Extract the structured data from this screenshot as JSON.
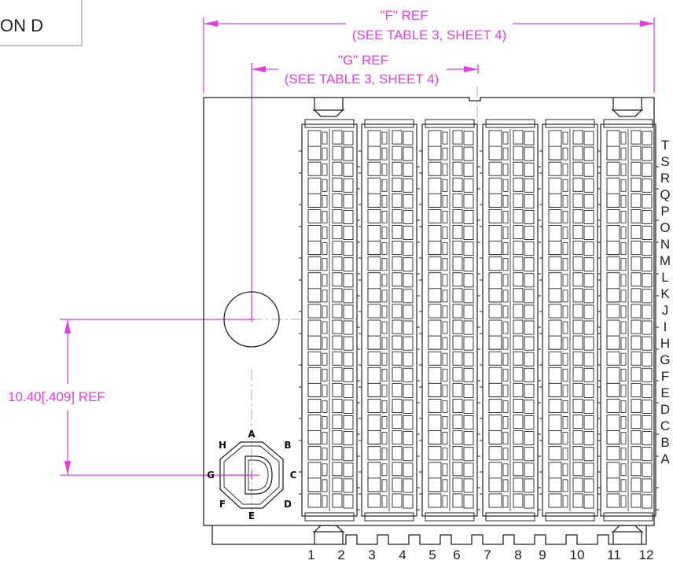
{
  "view_title": "ON  D",
  "dimensions": {
    "f_ref_line1": "\"F\" REF",
    "f_ref_line2": "(SEE TABLE 3, SHEET 4)",
    "g_ref_line1": "\"G\" REF",
    "g_ref_line2": "(SEE TABLE 3, SHEET 4)",
    "vertical_ref": "10.40[.409] REF"
  },
  "column_labels": [
    "1",
    "2",
    "3",
    "4",
    "5",
    "6",
    "7",
    "8",
    "9",
    "10",
    "11",
    "12"
  ],
  "row_labels": [
    "T",
    "S",
    "R",
    "Q",
    "P",
    "O",
    "N",
    "M",
    "L",
    "K",
    "J",
    "I",
    "H",
    "G",
    "F",
    "E",
    "D",
    "C",
    "B",
    "A"
  ],
  "keying_labels": {
    "A": "A",
    "B": "B",
    "C": "C",
    "D": "D",
    "E": "E",
    "F": "F",
    "G": "G",
    "H": "H"
  },
  "colors": {
    "dimension": "#e63ce6",
    "outline": "#222222",
    "centerline": "#999999"
  }
}
